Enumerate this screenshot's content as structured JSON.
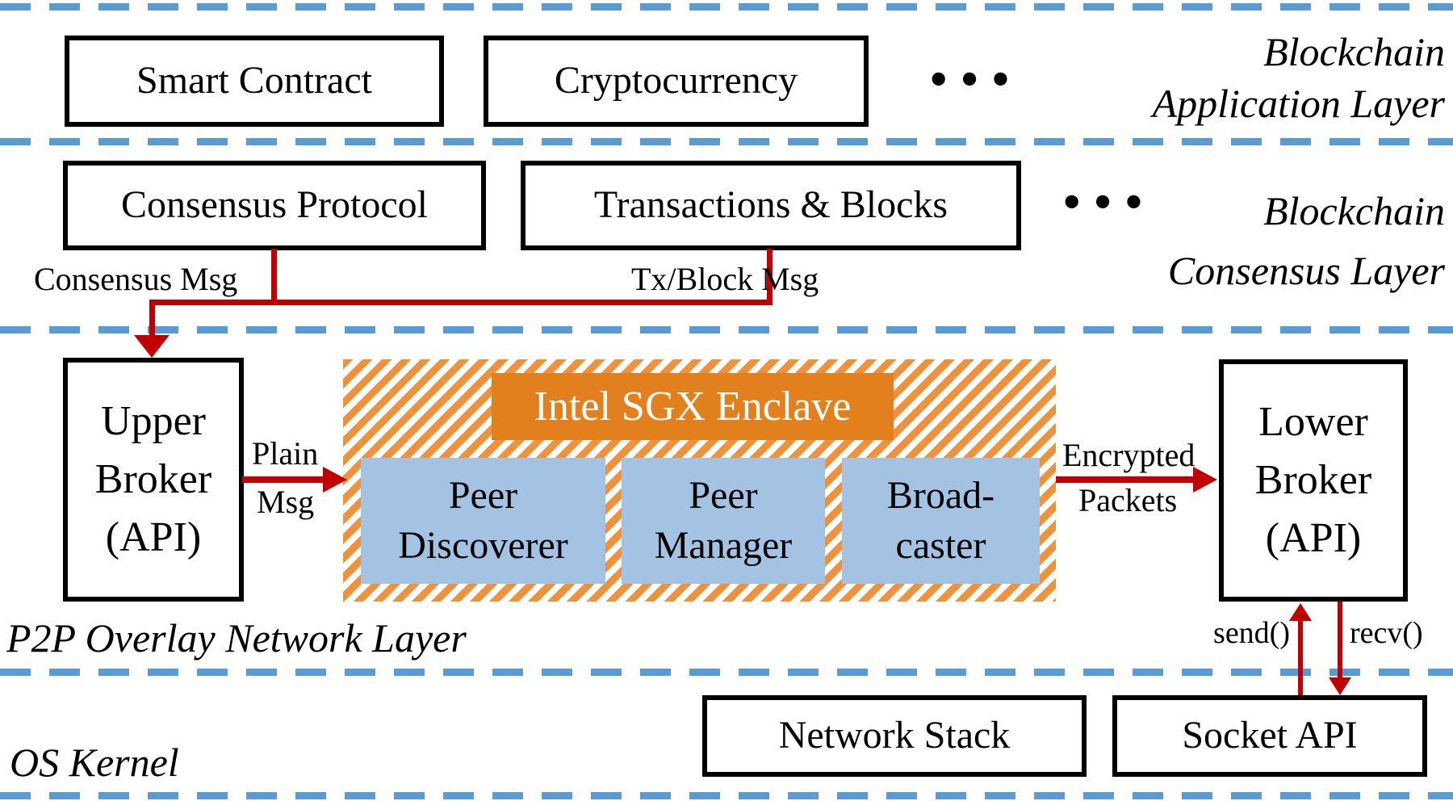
{
  "layers": {
    "application": {
      "label_line1": "Blockchain",
      "label_line2": "Application Layer"
    },
    "consensus": {
      "label_line1": "Blockchain",
      "label_line2": "Consensus Layer"
    },
    "p2p": {
      "label": "P2P Overlay Network Layer"
    },
    "os": {
      "label": "OS Kernel"
    }
  },
  "boxes": {
    "smart_contract": "Smart Contract",
    "cryptocurrency": "Cryptocurrency",
    "consensus_protocol": "Consensus Protocol",
    "transactions_blocks": "Transactions & Blocks",
    "upper_broker": {
      "line1": "Upper",
      "line2": "Broker",
      "line3": "(API)"
    },
    "lower_broker": {
      "line1": "Lower",
      "line2": "Broker",
      "line3": "(API)"
    },
    "enclave_title": "Intel SGX Enclave",
    "peer_discoverer": {
      "line1": "Peer",
      "line2": "Discoverer"
    },
    "peer_manager": {
      "line1": "Peer",
      "line2": "Manager"
    },
    "broadcaster": {
      "line1": "Broad-",
      "line2": "caster"
    },
    "network_stack": "Network Stack",
    "socket_api": "Socket API"
  },
  "labels": {
    "consensus_msg": "Consensus Msg",
    "tx_block_msg": "Tx/Block Msg",
    "plain_msg_line1": "Plain",
    "plain_msg_line2": "Msg",
    "encrypted_line1": "Encrypted",
    "encrypted_line2": "Packets",
    "send_call": "send()",
    "recv_call": "recv()",
    "ellipsis_application": "•••",
    "ellipsis_consensus": "•••"
  },
  "colors": {
    "layer_divider_blue": "#5B9BD5",
    "connector_red": "#C00000",
    "enclave_orange_solid": "#E2801E",
    "enclave_orange_hatch": "#F0913C",
    "component_blue": "#A4C3E2",
    "box_border": "#000000",
    "enclave_title_text": "#FFFFFF"
  }
}
